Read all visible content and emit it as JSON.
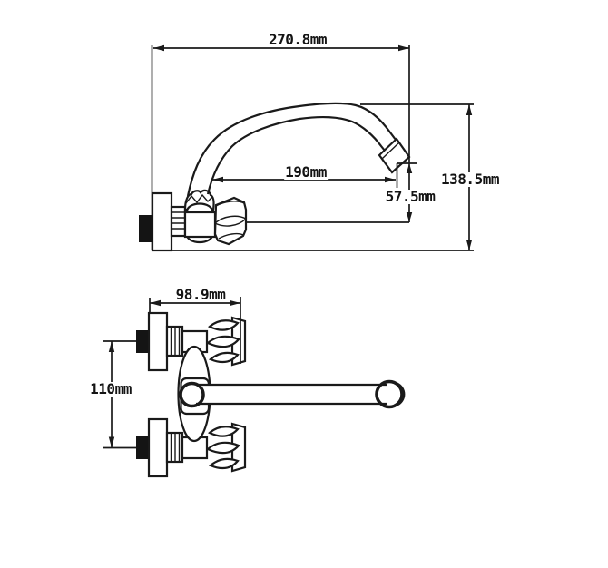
{
  "colors": {
    "background": "#ffffff",
    "line": "#1a1a1a",
    "solid_fill": "#141414"
  },
  "drawing": {
    "kind": "technical dimension drawing",
    "subject": "wall-mounted mixer faucet with swivel spout"
  },
  "side_view": {
    "dim_overall_width": "270.8mm",
    "dim_spout_reach": "190mm",
    "dim_spout_drop": "57.5mm",
    "dim_overall_height": "138.5mm"
  },
  "top_view": {
    "dim_wall_depth": "98.9mm",
    "dim_inlet_spacing": "110mm"
  }
}
